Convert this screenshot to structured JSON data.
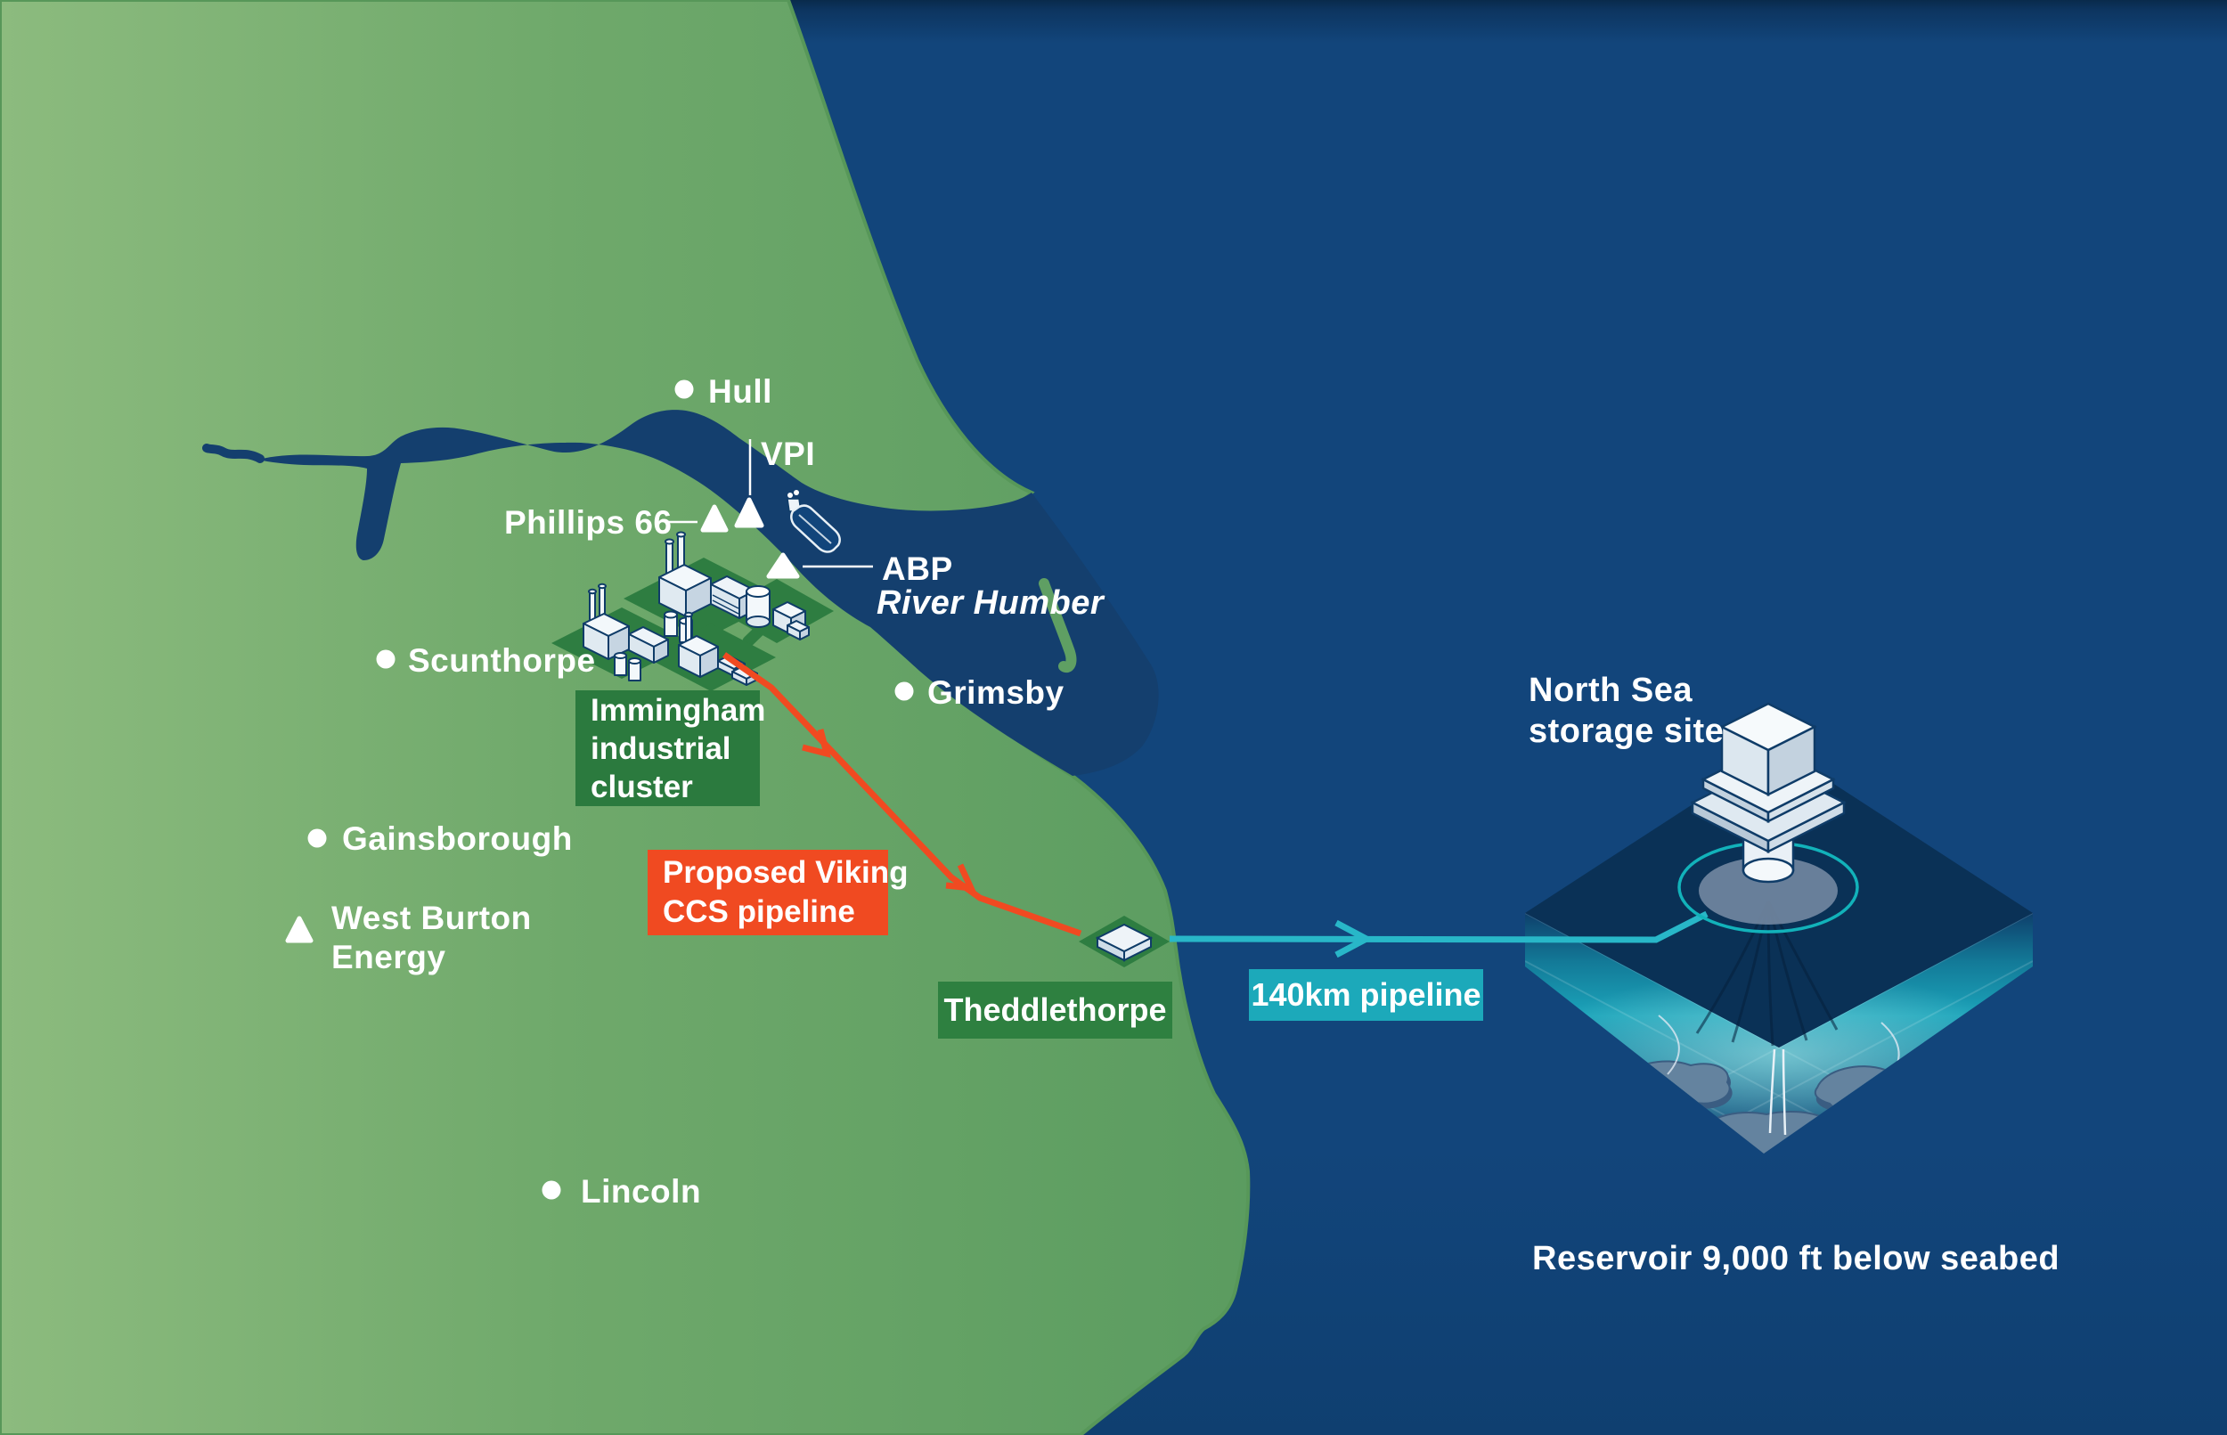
{
  "title": "Viking CCS pipeline route map",
  "labels": {
    "hull": "Hull",
    "vpi": "VPI",
    "phillips66": "Phillips 66",
    "abp": "ABP",
    "river_humber": "River Humber",
    "scunthorpe": "Scunthorpe",
    "grimsby": "Grimsby",
    "gainsborough": "Gainsborough",
    "west_burton_1": "West Burton",
    "west_burton_2": "Energy",
    "lincoln": "Lincoln",
    "immingham_1": "Immingham",
    "immingham_2": "industrial",
    "immingham_3": "cluster",
    "viking_1": "Proposed Viking",
    "viking_2": "CCS pipeline",
    "theddlethorpe": "Theddlethorpe",
    "pipeline140": "140km pipeline",
    "north_sea_1": "North Sea",
    "north_sea_2": "storage site",
    "reservoir": "Reservoir 9,000 ft below seabed"
  },
  "icons": {
    "city_marker": "filled-circle",
    "industrial_site_marker": "triangle",
    "terminal_marker": "diamond-pad",
    "ship": "tanker-ship",
    "storage": "offshore-platform-cube",
    "pipeline_arrow": "chevron"
  },
  "colors": {
    "land_light": "#8cbb7e",
    "land_dark": "#5b9c60",
    "sea": "#12457b",
    "river": "#143f6e",
    "immingham_green": "#2b7a3e",
    "theddlethorpe_green": "#2e8040",
    "viking_orange": "#f04a21",
    "pipeline_teal_box": "#1ca9ba",
    "cyan_line": "#28b7c8",
    "white": "#ffffff",
    "navy_outline": "#0f3c68"
  }
}
